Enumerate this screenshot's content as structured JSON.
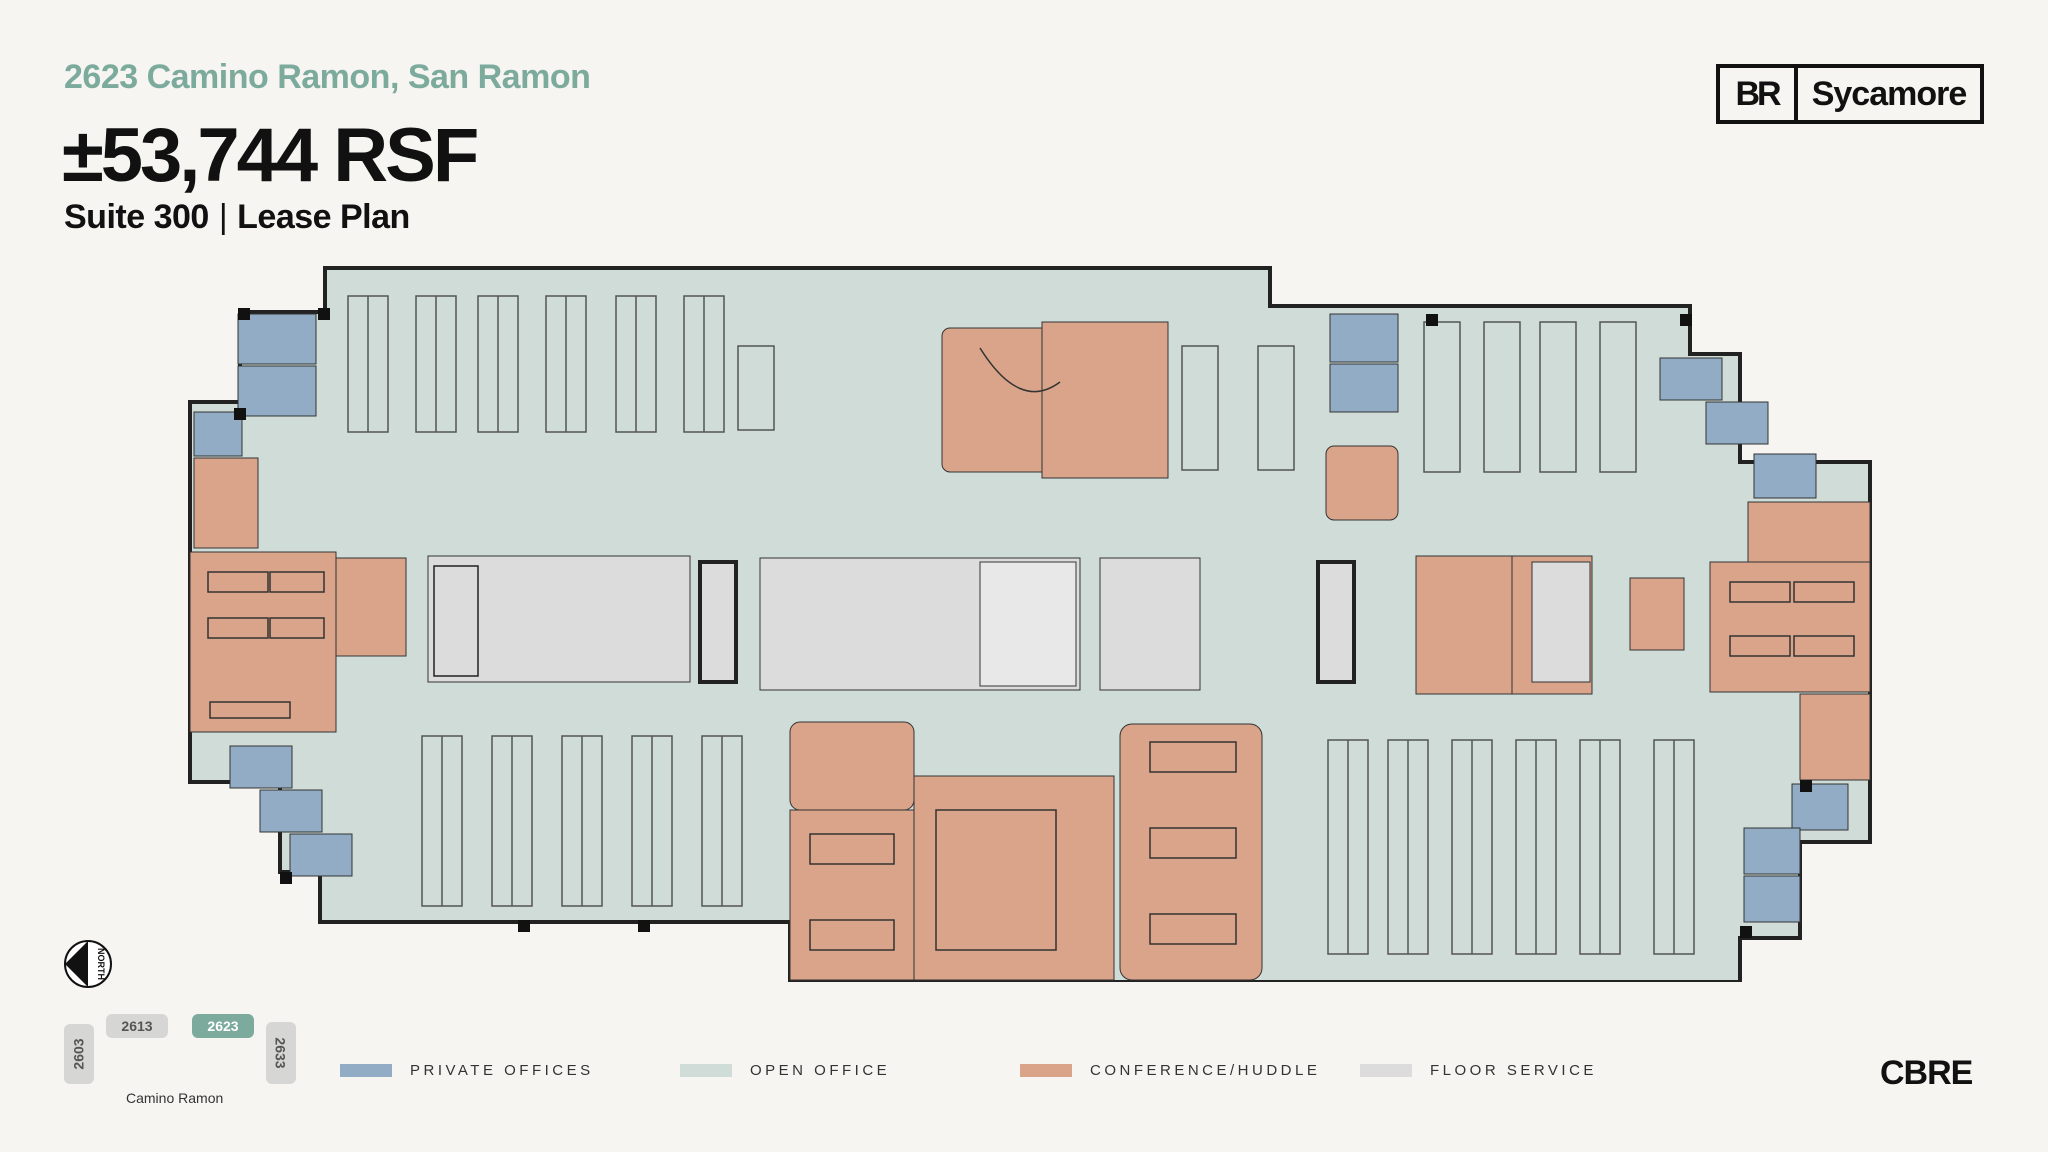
{
  "header": {
    "address": "2623 Camino Ramon, San Ramon",
    "rsf": "±53,744 RSF",
    "suite": "Suite 300",
    "plan_type": "Lease Plan"
  },
  "brand": {
    "logo_left": "BR",
    "logo_right": "Sycamore",
    "broker": "CBRE"
  },
  "compass": {
    "label": "NORTH"
  },
  "site_map": {
    "buildings": [
      "2603",
      "2613",
      "2623",
      "2633"
    ],
    "active": "2623",
    "street": "Camino Ramon"
  },
  "legend": [
    {
      "label": "PRIVATE OFFICES",
      "color": "#91acc4"
    },
    {
      "label": "OPEN OFFICE",
      "color": "#cfdcd8"
    },
    {
      "label": "CONFERENCE/HUDDLE",
      "color": "#d9a48a"
    },
    {
      "label": "FLOOR SERVICE",
      "color": "#dcdcdc"
    }
  ],
  "colors": {
    "accent": "#7cab9d",
    "private": "#91acc4",
    "open": "#cfdcd8",
    "conference": "#d9a48a",
    "service": "#dcdcdc"
  }
}
